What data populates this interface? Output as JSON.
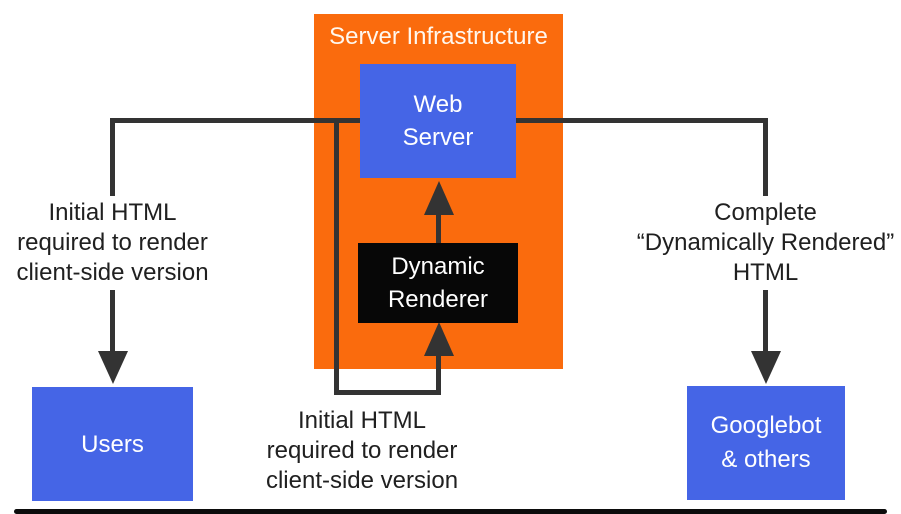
{
  "title": "Server Infrastructure",
  "nodes": {
    "web_server": {
      "lines": [
        "Web",
        "Server"
      ]
    },
    "dynamic_renderer": {
      "lines": [
        "Dynamic",
        "Renderer"
      ]
    },
    "users": {
      "label": "Users"
    },
    "googlebot": {
      "lines": [
        "Googlebot",
        "& others"
      ]
    }
  },
  "labels": {
    "left": {
      "lines": [
        "Initial HTML",
        "required to render",
        "client-side version"
      ]
    },
    "right": {
      "lines": [
        "Complete",
        "“Dynamically Rendered”",
        "HTML"
      ]
    },
    "bottom": {
      "lines": [
        "Initial HTML",
        "required to render",
        "client-side version"
      ]
    }
  },
  "colors": {
    "container_orange": "#fa6b0d",
    "node_blue": "#4565e6",
    "renderer_black": "#070707",
    "connector": "#333333",
    "label_text": "#202020",
    "node_text": "#ffffff"
  }
}
